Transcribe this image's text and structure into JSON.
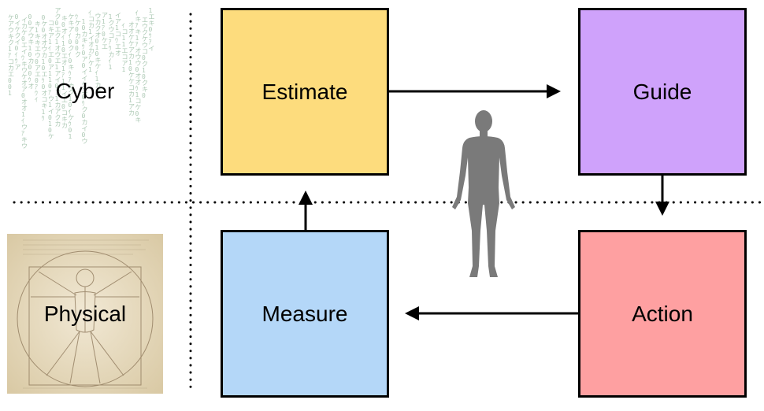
{
  "cyber_label": "Cyber",
  "physical_label": "Physical",
  "nodes": {
    "estimate": {
      "label": "Estimate",
      "color": "#FDDC7D"
    },
    "guide": {
      "label": "Guide",
      "color": "#CFA2FB"
    },
    "measure": {
      "label": "Measure",
      "color": "#B4D7F8"
    },
    "action": {
      "label": "Action",
      "color": "#FEA0A1"
    }
  },
  "edges": [
    {
      "from": "Estimate",
      "to": "Guide"
    },
    {
      "from": "Guide",
      "to": "Action"
    },
    {
      "from": "Action",
      "to": "Measure"
    },
    {
      "from": "Measure",
      "to": "Estimate"
    }
  ],
  "icons": [
    "matrix-code-texture",
    "vitruvian-man-sketch",
    "human-figure-icon"
  ]
}
